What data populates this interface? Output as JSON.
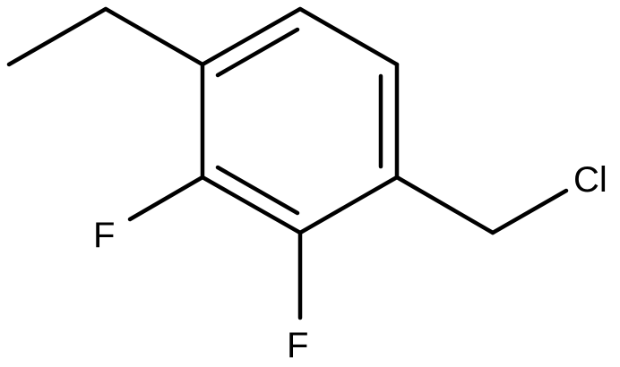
{
  "molecule": {
    "atoms": {
      "chlorine": "Cl",
      "fluorine_1": "F",
      "fluorine_2": "F"
    },
    "colors": {
      "bond": "#000000",
      "label": "#000000",
      "background": "#ffffff"
    }
  }
}
